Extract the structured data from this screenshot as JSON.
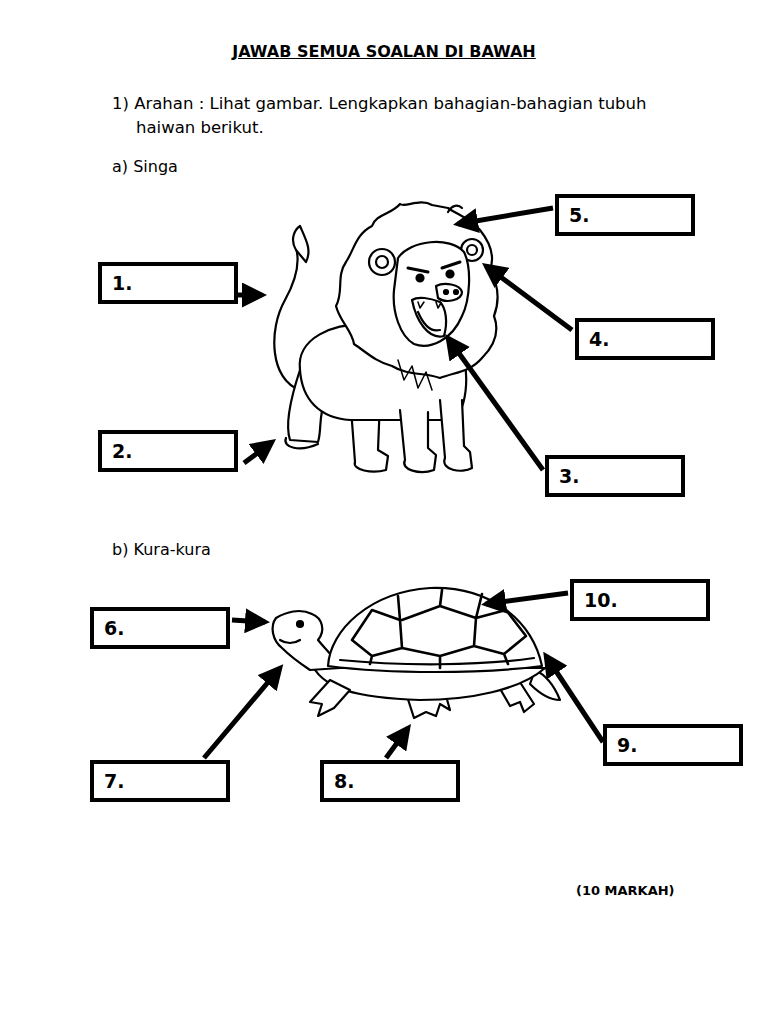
{
  "diagram": {
    "title": "JAWAB SEMUA SOALAN DI BAWAH",
    "nodes": [
      {
        "text": [
          "1."
        ]
      },
      {
        "text": [
          "2."
        ]
      },
      {
        "text": [
          "3."
        ]
      },
      {
        "text": [
          "4."
        ]
      },
      {
        "text": [
          "5."
        ]
      },
      {
        "text": [
          "6."
        ]
      },
      {
        "text": [
          "7."
        ]
      },
      {
        "text": [
          "8."
        ]
      },
      {
        "text": [
          "9."
        ]
      },
      {
        "text": [
          "10."
        ]
      }
    ],
    "labels": [
      "1) Arahan : Lihat gambar. Lengkapkan bahagian-bahagian tubuh haiwan berikut.",
      "a) Singa",
      "b) Kura-kura",
      "(10 MARKAH)"
    ]
  }
}
